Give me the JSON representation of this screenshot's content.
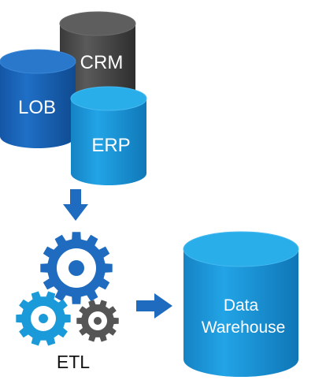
{
  "sources": {
    "crm": {
      "label": "CRM",
      "color": "#4a4a4a"
    },
    "lob": {
      "label": "LOB",
      "color": "#1a64b8"
    },
    "erp": {
      "label": "ERP",
      "color": "#1a9ad9"
    }
  },
  "etl": {
    "label": "ETL",
    "gear_colors": [
      "#1f6bbf",
      "#1a9ad9",
      "#555555"
    ]
  },
  "warehouse": {
    "label_line1": "Data",
    "label_line2": "Warehouse",
    "color": "#1a9ad9"
  },
  "arrows": {
    "color": "#1f6bbf",
    "icons": [
      "arrow-down-icon",
      "arrow-right-icon"
    ]
  }
}
